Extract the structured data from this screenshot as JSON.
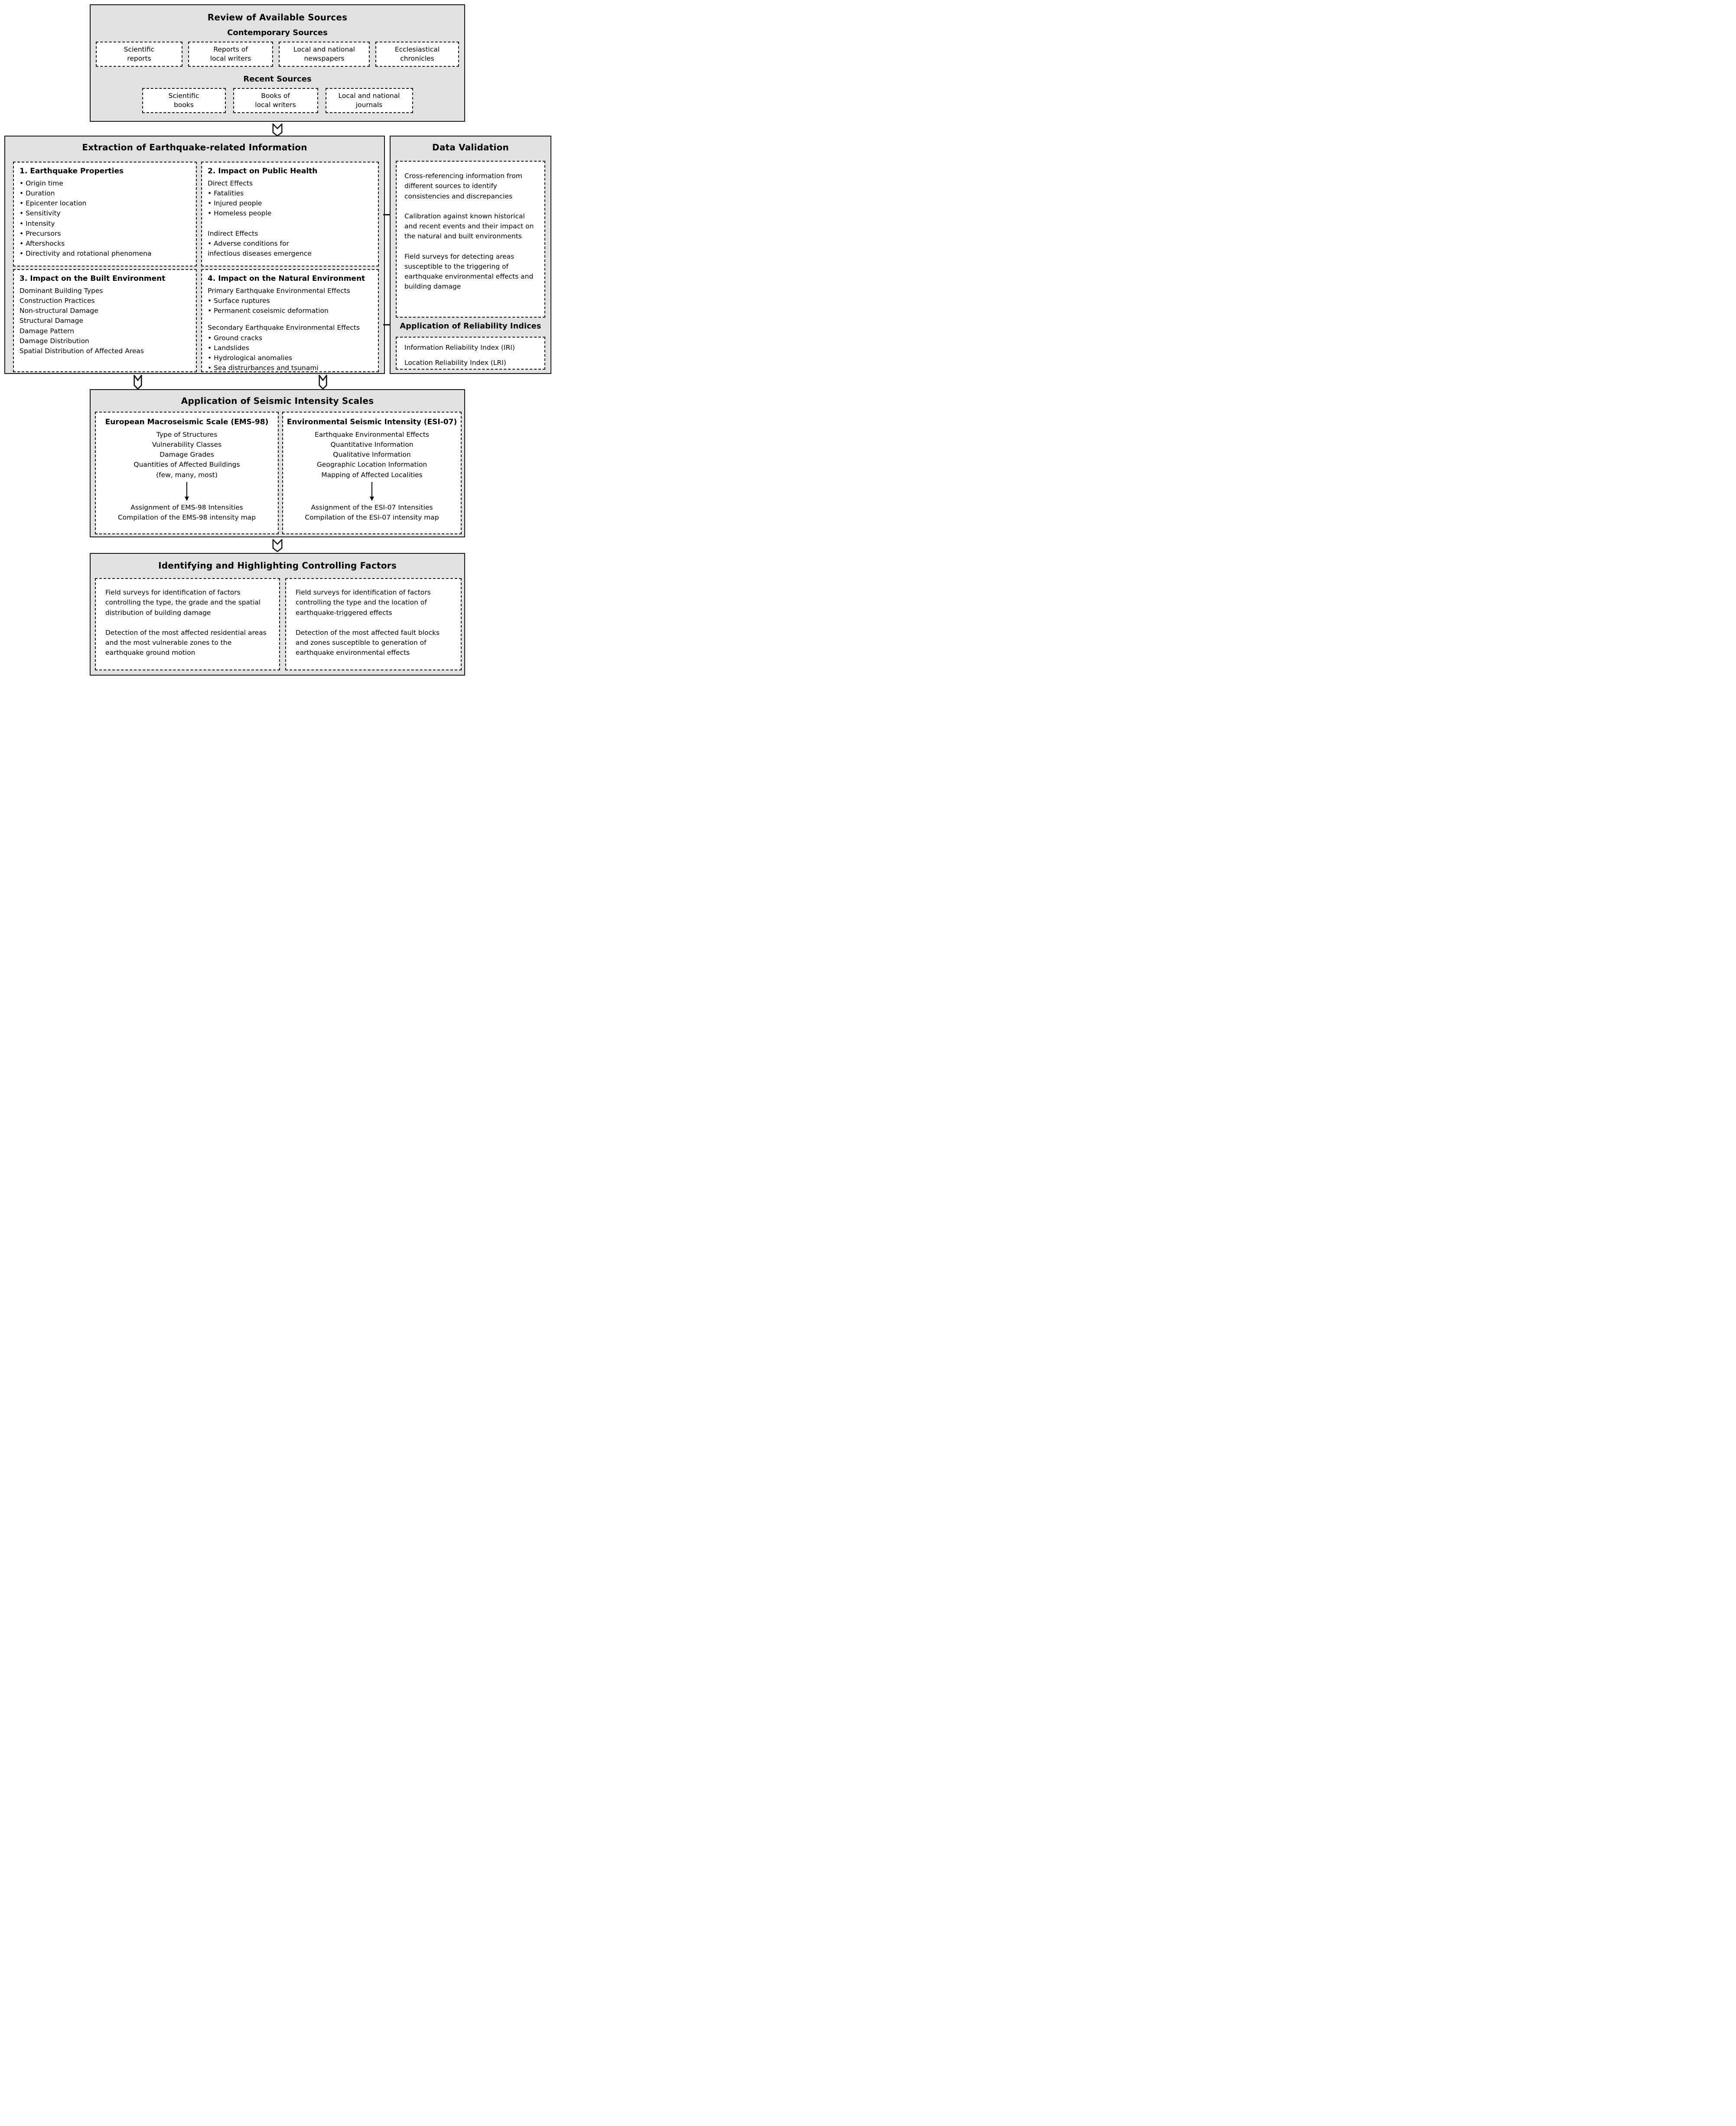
{
  "colors": {
    "panel_bg": "#e1e1e1",
    "box_bg": "#ffffff",
    "line": "#161616",
    "text": "#000000"
  },
  "icons": {
    "section_connector": "chevron-down-arrow",
    "inner_flow": "down-arrow"
  },
  "review": {
    "title": "Review of Available Sources",
    "contemporary_heading": "Contemporary Sources",
    "contemporary_boxes": [
      "Scientific\nreports",
      "Reports of\nlocal writers",
      "Local and national\nnewspapers",
      "Ecclesiastical\nchronicles"
    ],
    "recent_heading": "Recent Sources",
    "recent_boxes": [
      "Scientific\nbooks",
      "Books of\nlocal writers",
      "Local and national\njournals"
    ]
  },
  "extraction": {
    "title": "Extraction of Earthquake-related Information",
    "box1": {
      "heading": "1. Earthquake Properties",
      "items": [
        "• Origin time",
        "• Duration",
        "• Epicenter location",
        "• Sensitivity",
        "• Intensity",
        "• Precursors",
        "• Aftershocks",
        "• Directivity and rotational phenomena"
      ]
    },
    "box2": {
      "heading": "2. Impact on Public Health",
      "direct_heading": "Direct Effects",
      "direct_items": [
        "• Fatalities",
        "• Injured people",
        "• Homeless people"
      ],
      "indirect_heading": "Indirect Effects",
      "indirect_items": [
        "• Adverse conditions for",
        "infectious diseases emergence"
      ]
    },
    "box3": {
      "heading": "3. Impact on the Built Environment",
      "items": [
        "Dominant Building Types",
        "Construction Practices",
        "Non-structural Damage",
        "Structural Damage",
        "Damage Pattern",
        "Damage Distribution",
        "Spatial Distribution of Affected Areas"
      ]
    },
    "box4": {
      "heading": "4. Impact on the Natural Environment",
      "primary_heading": "Primary Earthquake Environmental Effects",
      "primary_items": [
        "• Surface ruptures",
        "• Permanent coseismic deformation"
      ],
      "secondary_heading": "Secondary Earthquake Environmental Effects",
      "secondary_items": [
        "• Ground cracks",
        "• Landslides",
        "• Hydrological anomalies",
        "• Sea distrurbances and tsunami"
      ]
    }
  },
  "validation": {
    "title": "Data Validation",
    "paragraphs": [
      "Cross-referencing information from different sources to identify consistencies and discrepancies",
      "Calibration against known historical and recent events and their impact on the natural and built environments",
      "Field surveys for detecting areas susceptible to the triggering of earthquake environmental effects and building damage"
    ],
    "indices_title": "Application of Reliability Indices",
    "indices": [
      "Information Reliability Index (IRI)",
      "Location Reliability Index (LRI)"
    ]
  },
  "scales": {
    "title": "Application of Seismic Intensity Scales",
    "ems": {
      "heading": "European Macroseismic Scale (EMS-98)",
      "inputs": [
        "Type of Structures",
        "Vulnerability Classes",
        "Damage Grades",
        "Quantities of Affected Buildings",
        "(few, many, most)"
      ],
      "outputs": [
        "Assignment of EMS-98 Intensities",
        "Compilation of the EMS-98 intensity map"
      ]
    },
    "esi": {
      "heading": "Environmental Seismic Intensity (ESI-07)",
      "inputs": [
        "Earthquake Environmental Effects",
        "Quantitative Information",
        "Qualitative Information",
        "Geographic Location Information",
        "Mapping of Affected Localities"
      ],
      "outputs": [
        "Assignment of the ESI-07 Intensities",
        "Compilation of the ESI-07 intensity map"
      ]
    }
  },
  "factors": {
    "title": "Identifying and Highlighting Controlling Factors",
    "left_paragraphs": [
      "Field surveys for identification of factors controlling the type, the grade and the spatial distribution of building damage",
      "Detection of the most affected residential areas and the most vulnerable zones to the earthquake ground motion"
    ],
    "right_paragraphs": [
      "Field surveys for identification of factors controlling the type and the location of earthquake-triggered effects",
      "Detection of the most affected fault blocks and zones susceptible to generation of earthquake environmental effects"
    ]
  }
}
